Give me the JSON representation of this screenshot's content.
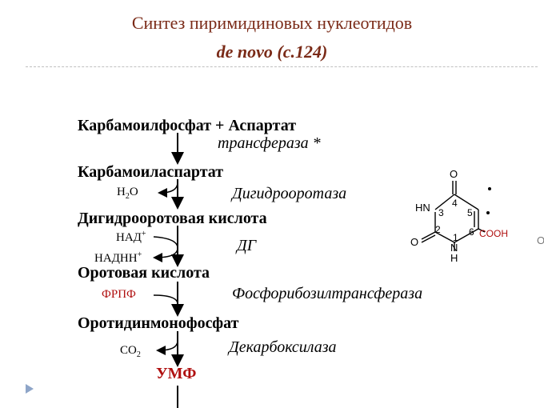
{
  "title": {
    "line1": "Синтез пиримидиновых нуклеотидов",
    "line2": "de novo (с.124)"
  },
  "pathway": {
    "compounds": [
      "Карбамоилфосфат + Аспартат",
      "Карбамоиласпартат",
      "Дигидрооротовая кислота",
      "Оротовая кислота",
      "Оротидинмонофосфат",
      "УМФ"
    ],
    "enzymes": [
      "трансфераза *",
      "Дигидрооротаза",
      "ДГ",
      "Фосфорибозилтрансфераза",
      "Декарбоксилаза"
    ],
    "side": {
      "h2o": "H",
      "h2o_sub": "2",
      "h2o_tail": "O",
      "nad": "НАД",
      "nad_sup": "+",
      "nadh": "НАДНН",
      "nadh_sup": "+",
      "frpf": "ФРПФ",
      "co2": "CO",
      "co2_sub": "2"
    }
  },
  "structure": {
    "top_o": "O",
    "hn": "HN",
    "left_o": "O",
    "n": "N",
    "h": "H",
    "cooh": "COOH",
    "cut_letter": "O",
    "numbers": [
      "1",
      "2",
      "3",
      "4",
      "5",
      "6"
    ]
  },
  "colors": {
    "title": "#7a2a17",
    "red": "#b01010",
    "accent_bullet": "#8ea5c8"
  }
}
